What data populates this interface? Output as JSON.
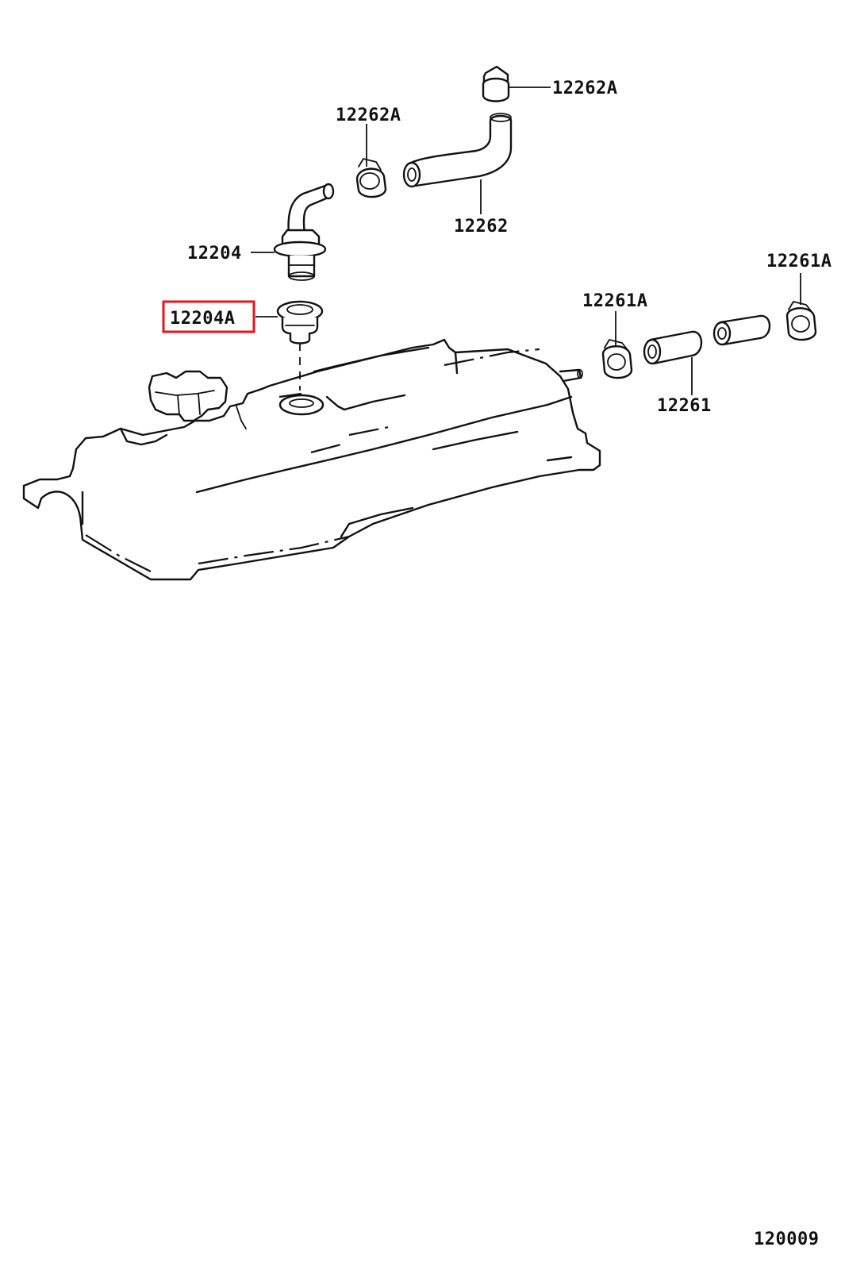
{
  "diagram_id": "120009",
  "highlight_color": "#e8141c",
  "labels": {
    "clamp_top": "12262A",
    "clamp_upper": "12262A",
    "hose_upper": "12262",
    "pcv_valve": "12204",
    "grommet": "12204A",
    "clamp_right_top": "12261A",
    "clamp_right": "12261A",
    "hose_right": "12261"
  },
  "highlighted_part": "12204A"
}
